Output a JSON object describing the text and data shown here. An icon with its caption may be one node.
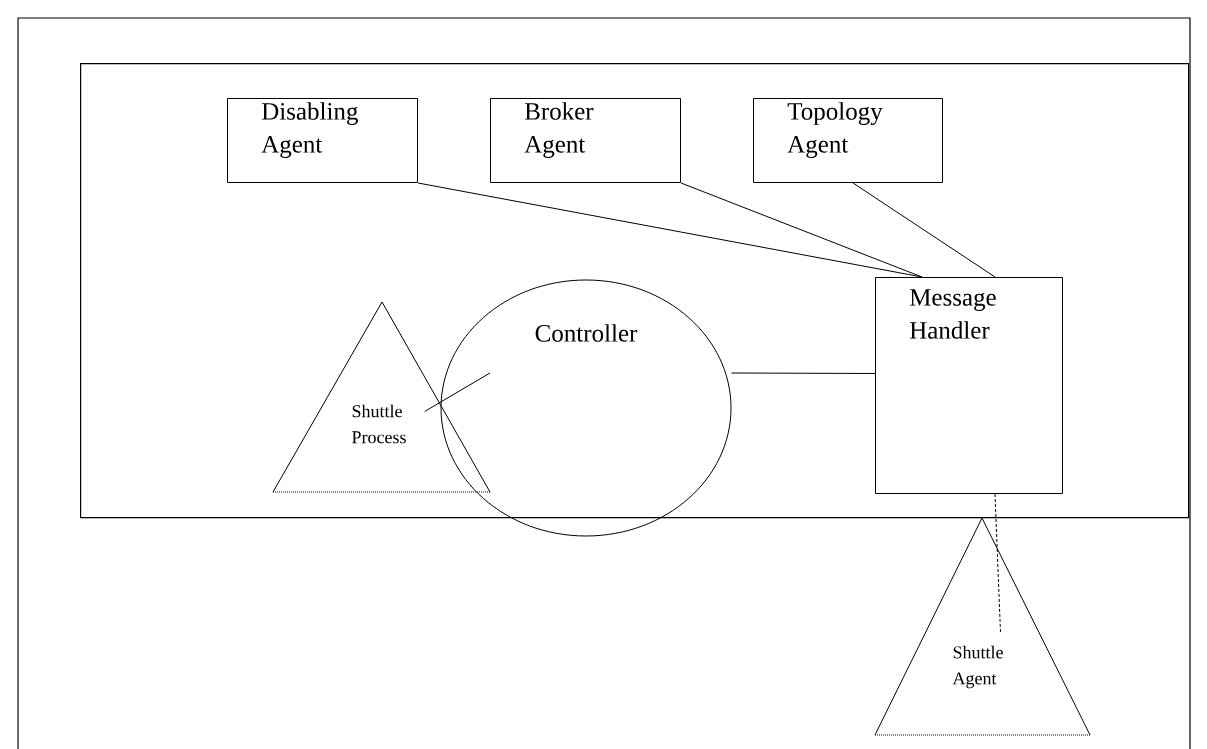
{
  "diagram": {
    "nodes": [
      {
        "text": [],
        "shape": "box"
      },
      {
        "text": [
          "Disabling Agent"
        ],
        "in": 0
      },
      {
        "text": [
          "Broker Agent"
        ],
        "in": 0
      },
      {
        "text": [
          "Topology Agent"
        ],
        "in": 0
      },
      {
        "text": [
          "Controller"
        ],
        "in": 0
      },
      {
        "text": [
          "Message Handler"
        ],
        "in": 0
      },
      {
        "text": [
          "Shuttle Process"
        ],
        "in": 0
      },
      {
        "text": [
          "Shuttle Agent"
        ]
      }
    ],
    "edges": [
      {
        "from": 1,
        "to": 5,
        "arrow": "none"
      },
      {
        "from": 2,
        "to": 5,
        "arrow": "none"
      },
      {
        "from": 3,
        "to": 5,
        "arrow": "none"
      },
      {
        "from": 4,
        "to": 5,
        "arrow": "none"
      },
      {
        "from": 6,
        "to": 4,
        "arrow": "none"
      },
      {
        "from": 5,
        "to": 7,
        "arrow": "none",
        "style": "dashed"
      }
    ]
  }
}
